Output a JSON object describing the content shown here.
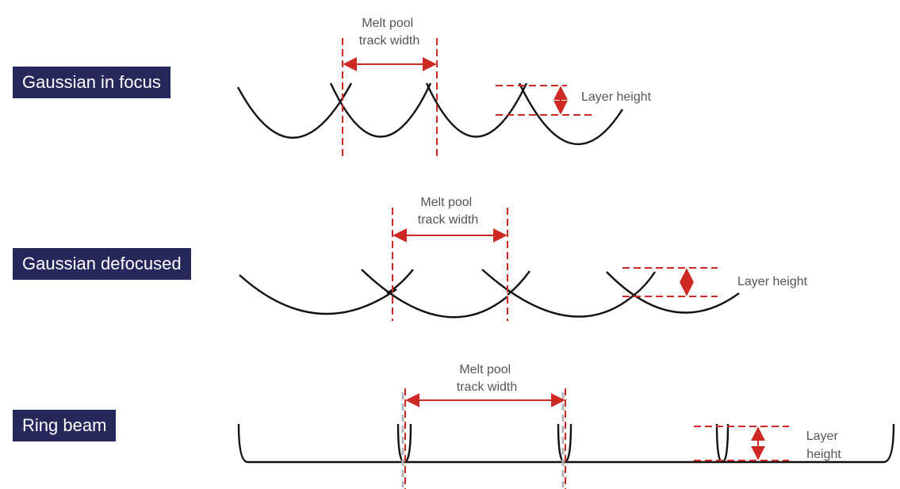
{
  "panels": [
    {
      "title": "Gaussian in focus",
      "track_width_label": [
        "Melt pool",
        "track width"
      ],
      "layer_height_label": [
        "Layer height"
      ]
    },
    {
      "title": "Gaussian defocused",
      "track_width_label": [
        "Melt pool",
        "track width"
      ],
      "layer_height_label": [
        "Layer height"
      ]
    },
    {
      "title": "Ring beam",
      "track_width_label": [
        "Melt pool",
        "track width"
      ],
      "layer_height_label": [
        "Layer",
        "height"
      ]
    }
  ],
  "colors": {
    "label_background": "#26275a",
    "label_text": "#ffffff",
    "profile_line": "#111111",
    "dimension_line": "#cc2a22",
    "note_text": "#555555"
  }
}
